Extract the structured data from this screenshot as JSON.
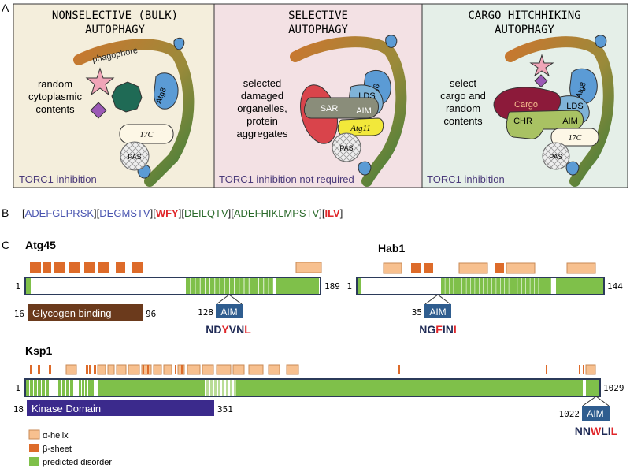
{
  "panel_a": {
    "label": "A",
    "panels": [
      {
        "title_line1": "NONSELECTIVE (BULK)",
        "title_line2": "AUTOPHAGY",
        "phagophore": "phagophore",
        "contents": [
          "random",
          "cytoplasmic",
          "contents"
        ],
        "atg8": "Atg8",
        "c17": "17C",
        "pas": "PAS",
        "footer": "TORC1 inhibition"
      },
      {
        "title_line1": "SELECTIVE",
        "title_line2": "AUTOPHAGY",
        "contents": [
          "selected",
          "damaged",
          "organelles,",
          "protein",
          "aggregates"
        ],
        "atg8": "Atg8",
        "lds": "LDS",
        "sar": "SAR",
        "aim": "AIM",
        "atg11": "Atg11",
        "pas": "PAS",
        "footer": "TORC1 inhibition not required"
      },
      {
        "title_line1": "CARGO HITCHHIKING",
        "title_line2": "AUTOPHAGY",
        "contents": [
          "select",
          "cargo and",
          "random",
          "contents"
        ],
        "atg8": "Atg8",
        "cargo": "Cargo",
        "lds": "LDS",
        "chr": "CHR",
        "aim": "AIM",
        "c17": "17C",
        "pas": "PAS",
        "footer": "TORC1 inhibition"
      }
    ]
  },
  "panel_b": {
    "label": "B",
    "groups": [
      {
        "text": "ADEFGLPRSK",
        "color": "blue"
      },
      {
        "text": "DEGMSTV",
        "color": "blue"
      },
      {
        "text": "WFY",
        "color": "red"
      },
      {
        "text": "DEILQTV",
        "color": "green"
      },
      {
        "text": "ADEFHIKLMPSTV",
        "color": "green"
      },
      {
        "text": "ILV",
        "color": "red"
      }
    ]
  },
  "panel_c": {
    "label": "C",
    "proteins": [
      {
        "name": "Atg45",
        "start": "1",
        "end": "189",
        "domain_start": "16",
        "domain_name": "Glycogen binding",
        "domain_end": "96",
        "aim_pos": "128",
        "aim_label": "AIM",
        "motif": [
          {
            "c": "N",
            "k": "n"
          },
          {
            "c": "D",
            "k": "n"
          },
          {
            "c": "Y",
            "k": "r"
          },
          {
            "c": "V",
            "k": "n"
          },
          {
            "c": "N",
            "k": "n"
          },
          {
            "c": "L",
            "k": "r"
          }
        ]
      },
      {
        "name": "Hab1",
        "start": "1",
        "end": "144",
        "aim_pos": "35",
        "aim_label": "AIM",
        "motif": [
          {
            "c": "N",
            "k": "n"
          },
          {
            "c": "G",
            "k": "n"
          },
          {
            "c": "F",
            "k": "r"
          },
          {
            "c": "I",
            "k": "n"
          },
          {
            "c": "N",
            "k": "n"
          },
          {
            "c": "I",
            "k": "r"
          }
        ]
      },
      {
        "name": "Ksp1",
        "start": "1",
        "end": "1029",
        "domain_start": "18",
        "domain_name": "Kinase Domain",
        "domain_end": "351",
        "aim_pos": "1022",
        "aim_label": "AIM",
        "motif": [
          {
            "c": "N",
            "k": "n"
          },
          {
            "c": "N",
            "k": "n"
          },
          {
            "c": "W",
            "k": "r"
          },
          {
            "c": "L",
            "k": "n"
          },
          {
            "c": "I",
            "k": "n"
          },
          {
            "c": "L",
            "k": "r"
          }
        ]
      }
    ],
    "legend": [
      {
        "label": "α-helix",
        "color": "#f7c08f"
      },
      {
        "label": "β-sheet",
        "color": "#dd6b2a"
      },
      {
        "label": "predicted disorder",
        "color": "#7fc04a"
      }
    ]
  },
  "colors": {
    "helix": "#f7c08f",
    "sheet": "#dd6b2a",
    "disorder": "#7fc04a",
    "atg8": "#5b9bd5",
    "glycogen": "#6b3a1c",
    "kinase": "#3b2a8c"
  }
}
